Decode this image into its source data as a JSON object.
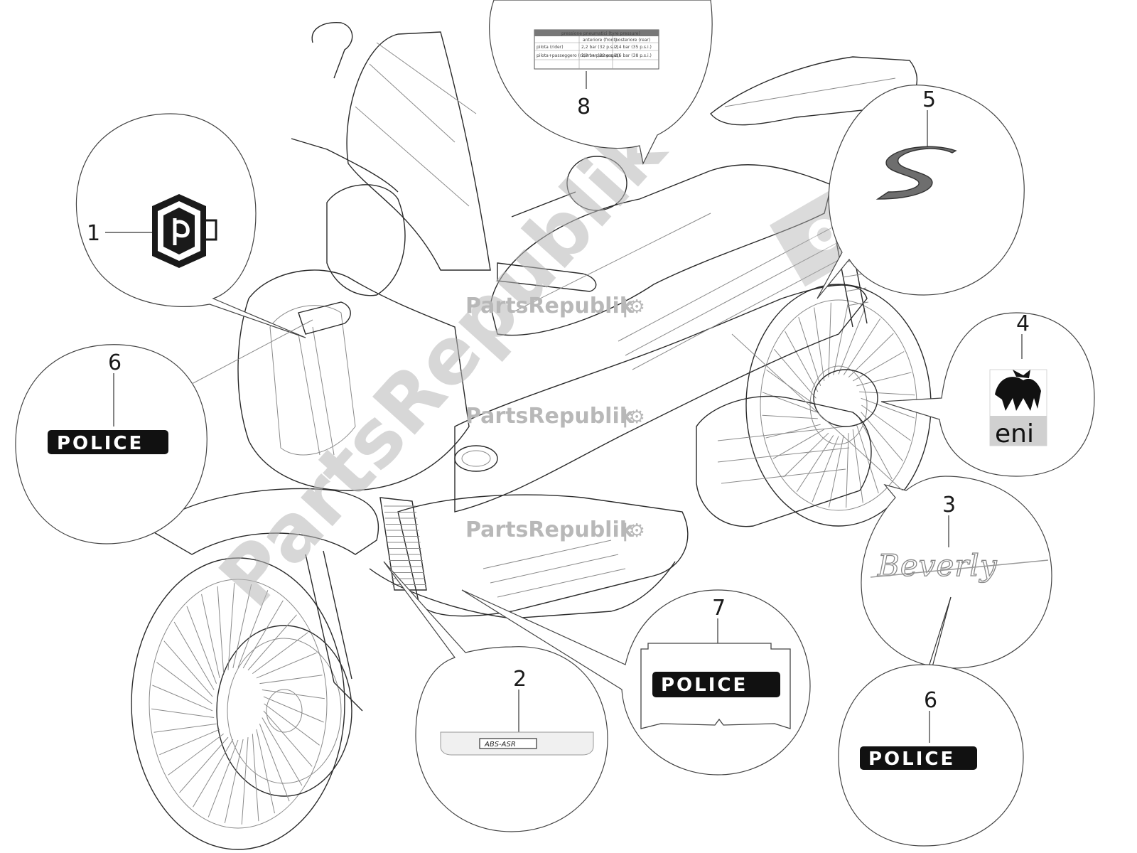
{
  "callouts": {
    "c1": "1",
    "c2": "2",
    "c3": "3",
    "c4": "4",
    "c5": "5",
    "c6a": "6",
    "c6b": "6",
    "c7": "7",
    "c8": "8"
  },
  "decals": {
    "police_a": "POLICE",
    "police_b": "POLICE",
    "police_c": "POLICE",
    "abs_asr": "ABS-ASR",
    "eni": "eni",
    "beverly": "Beverly",
    "s_logo": "S"
  },
  "pressure_table": {
    "title": "pressione pneumatici  (tyre pressure)",
    "header": [
      "anteriore (front)",
      "posteriore (rear)"
    ],
    "rows": [
      [
        "pilota (rider)",
        "2,2 bar (32 p.s.i.)",
        "2,4 bar (35 p.s.i.)"
      ],
      [
        "pilota+passeggero (rider + passenger)",
        "2,2 bar (32 p.s.i.)",
        "2,6 bar (38 p.s.i.)"
      ]
    ]
  },
  "watermark": {
    "brand": "PartsRepublik",
    "big": "PartsRepublik"
  },
  "colors": {
    "line": "#2a2a2a",
    "badge": "#111111",
    "watermark": "#b8b8b8",
    "s_logo": "#6e6e6e"
  }
}
